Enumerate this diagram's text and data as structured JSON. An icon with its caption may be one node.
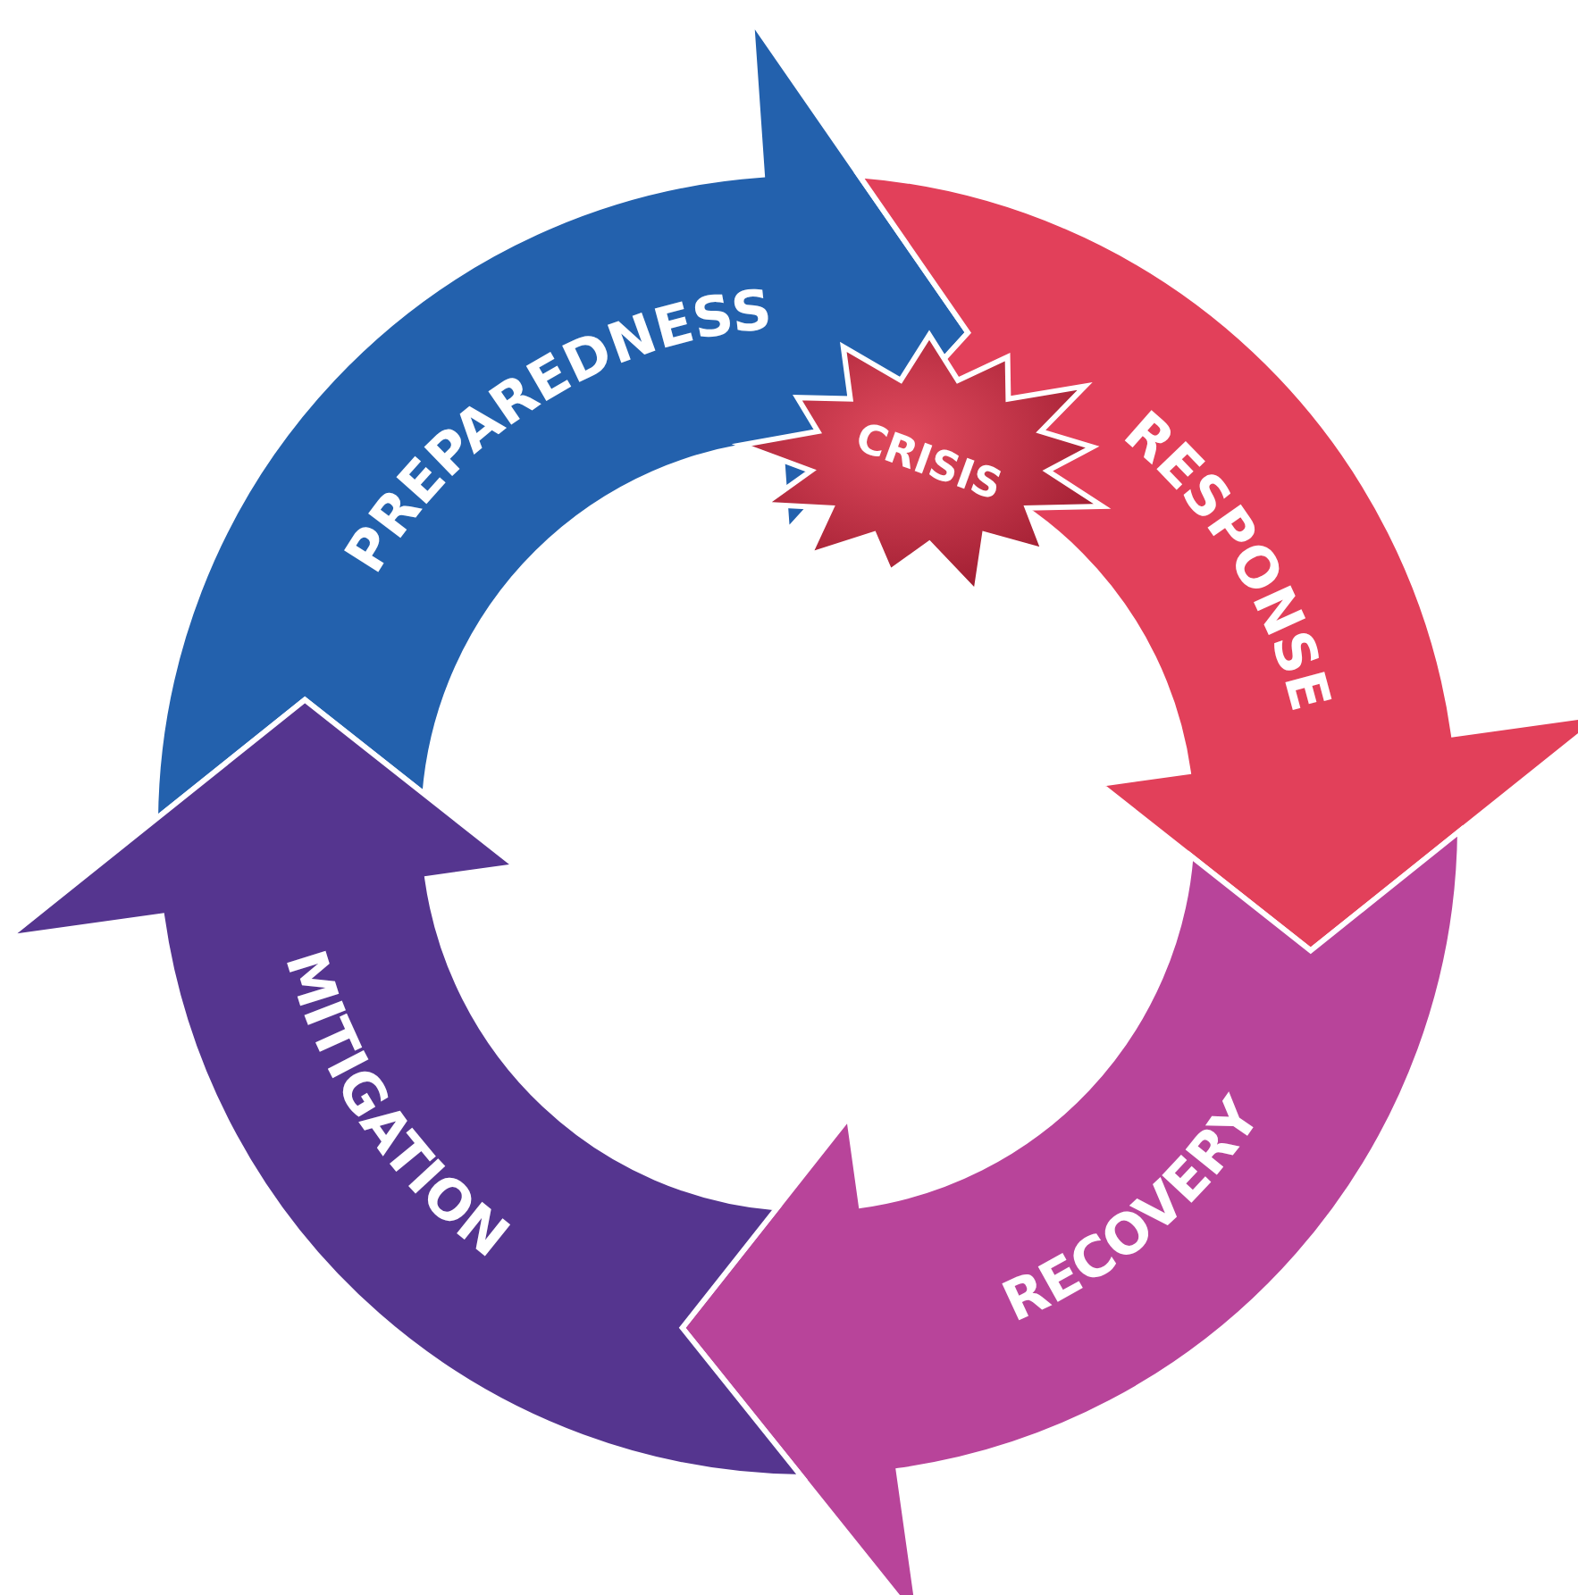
{
  "diagram": {
    "nodes": [
      {
        "text": [
          "PREPAREDNESS"
        ]
      },
      {
        "text": [
          "RESPONSE"
        ]
      },
      {
        "text": [
          "RECOVERY"
        ]
      },
      {
        "text": [
          "MITIGATION"
        ]
      },
      {
        "text": [
          "CRISIS"
        ]
      }
    ]
  }
}
